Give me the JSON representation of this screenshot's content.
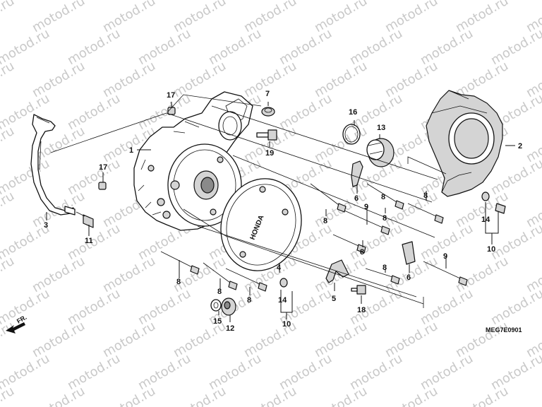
{
  "watermark": "motod.ru",
  "diagram_code": "MEG7E0901",
  "front_label": "FR.",
  "brand_mark": "HONDA",
  "callouts": [
    {
      "id": "c1",
      "num": "1"
    },
    {
      "id": "c2",
      "num": "2"
    },
    {
      "id": "c3",
      "num": "3"
    },
    {
      "id": "c4",
      "num": "4"
    },
    {
      "id": "c5",
      "num": "5"
    },
    {
      "id": "c6a",
      "num": "6"
    },
    {
      "id": "c6b",
      "num": "6"
    },
    {
      "id": "c7",
      "num": "7"
    },
    {
      "id": "c8a",
      "num": "8"
    },
    {
      "id": "c8b",
      "num": "8"
    },
    {
      "id": "c8c",
      "num": "8"
    },
    {
      "id": "c8d",
      "num": "8"
    },
    {
      "id": "c8e",
      "num": "8"
    },
    {
      "id": "c8f",
      "num": "8"
    },
    {
      "id": "c8g",
      "num": "8"
    },
    {
      "id": "c8h",
      "num": "8"
    },
    {
      "id": "c8i",
      "num": "8"
    },
    {
      "id": "c9a",
      "num": "9"
    },
    {
      "id": "c9b",
      "num": "9"
    },
    {
      "id": "c10a",
      "num": "10"
    },
    {
      "id": "c10b",
      "num": "10"
    },
    {
      "id": "c11",
      "num": "11"
    },
    {
      "id": "c12",
      "num": "12"
    },
    {
      "id": "c13",
      "num": "13"
    },
    {
      "id": "c14a",
      "num": "14"
    },
    {
      "id": "c14b",
      "num": "14"
    },
    {
      "id": "c15",
      "num": "15"
    },
    {
      "id": "c16",
      "num": "16"
    },
    {
      "id": "c17a",
      "num": "17"
    },
    {
      "id": "c17b",
      "num": "17"
    },
    {
      "id": "c18",
      "num": "18"
    },
    {
      "id": "c19",
      "num": "19"
    }
  ]
}
